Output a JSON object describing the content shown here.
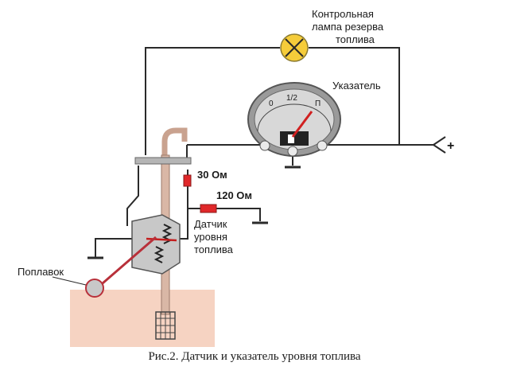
{
  "diagram": {
    "lamp_label_line1": "Контрольная",
    "lamp_label_line2": "лампа резерва",
    "lamp_label_line3": "топлива",
    "gauge_label": "Указатель",
    "gauge_scale_empty": "0",
    "gauge_scale_half": "1/2",
    "gauge_scale_full": "П",
    "plus_terminal": "+",
    "resistor_1": "30 Ом",
    "resistor_2": "120 Ом",
    "sensor_label_line1": "Датчик",
    "sensor_label_line2": "уровня",
    "sensor_label_line3": "топлива",
    "float_label": "Поплавок"
  },
  "caption": "Рис.2. Датчик и указатель уровня топлива",
  "colors": {
    "wire": "#2a2a2a",
    "lamp": "#f5cc3a",
    "resistor": "#e0282a",
    "fuel_tank": "#f6d3c2",
    "float_arm": "#b8303a",
    "pipe": "#c9a28f",
    "gauge_bezel": "#9a9a9a",
    "gauge_face": "#d8d8d8"
  }
}
